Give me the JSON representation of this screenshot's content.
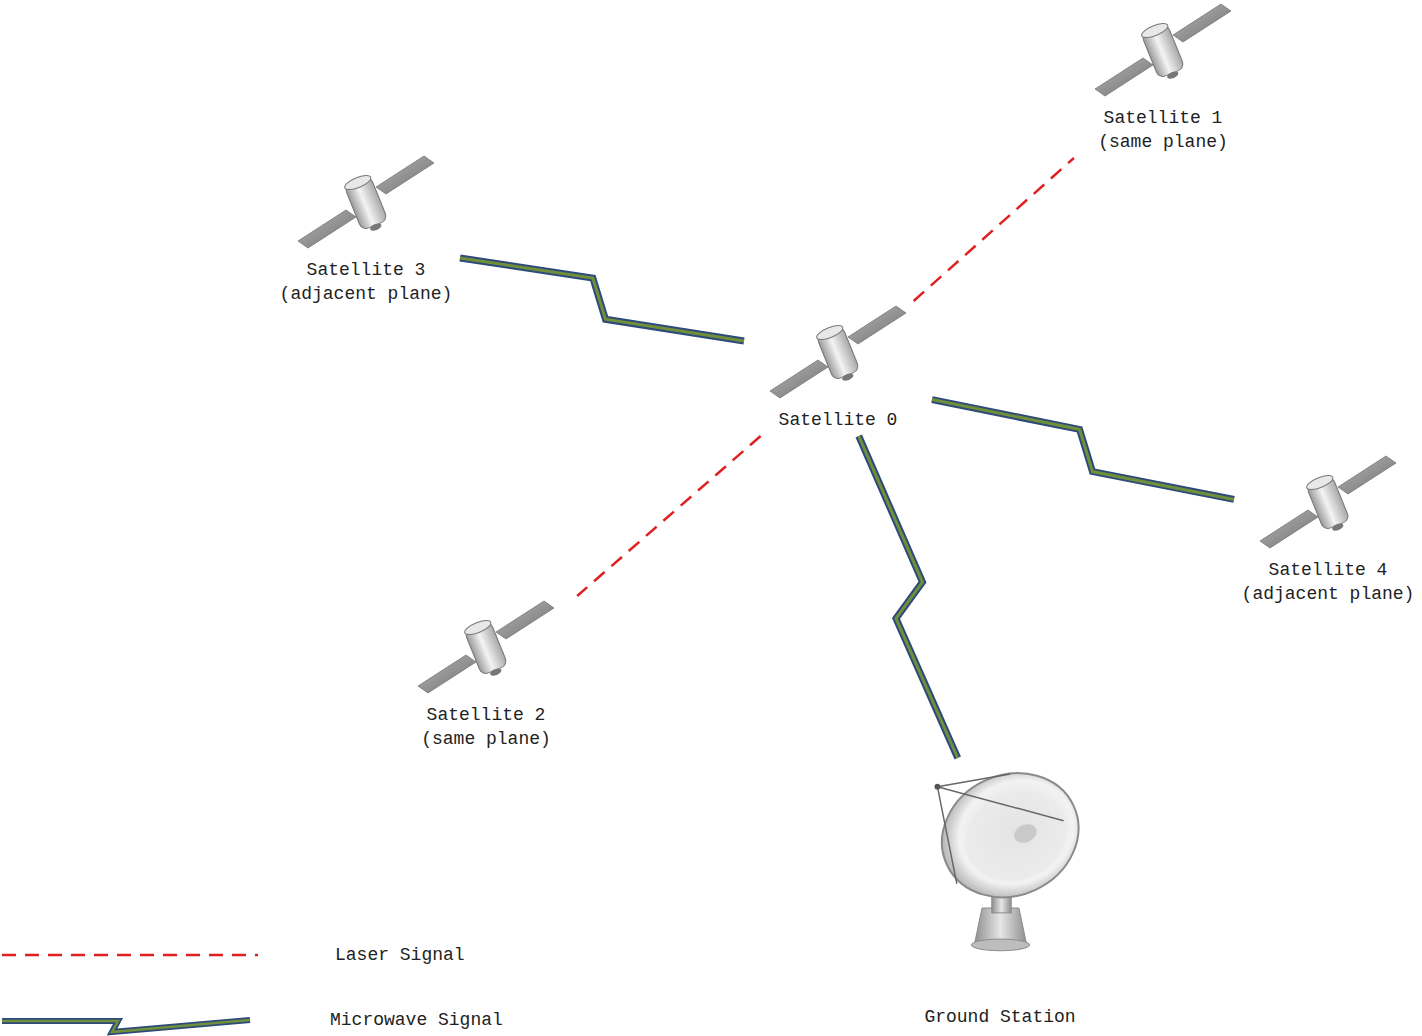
{
  "diagram": {
    "nodes": [
      {
        "text": [
          "Satellite 1",
          "(same plane)"
        ]
      },
      {
        "text": [
          "Satellite 3",
          "(adjacent plane)"
        ]
      },
      {
        "text": [
          "Satellite 0"
        ]
      },
      {
        "text": [
          "Satellite 4",
          "(adjacent plane)"
        ]
      },
      {
        "text": [
          "Satellite 2",
          "(same plane)"
        ]
      },
      {
        "text": [
          "Ground Station"
        ]
      }
    ],
    "edges": [
      {
        "from": 2,
        "to": 0,
        "arrow": "none"
      },
      {
        "from": 2,
        "to": 4,
        "arrow": "none"
      },
      {
        "from": 2,
        "to": 1,
        "arrow": "none"
      },
      {
        "from": 2,
        "to": 3,
        "arrow": "none"
      },
      {
        "from": 2,
        "to": 5,
        "arrow": "none"
      }
    ],
    "legend": [
      {
        "text": "Laser Signal"
      },
      {
        "text": "Microwave Signal"
      }
    ]
  }
}
